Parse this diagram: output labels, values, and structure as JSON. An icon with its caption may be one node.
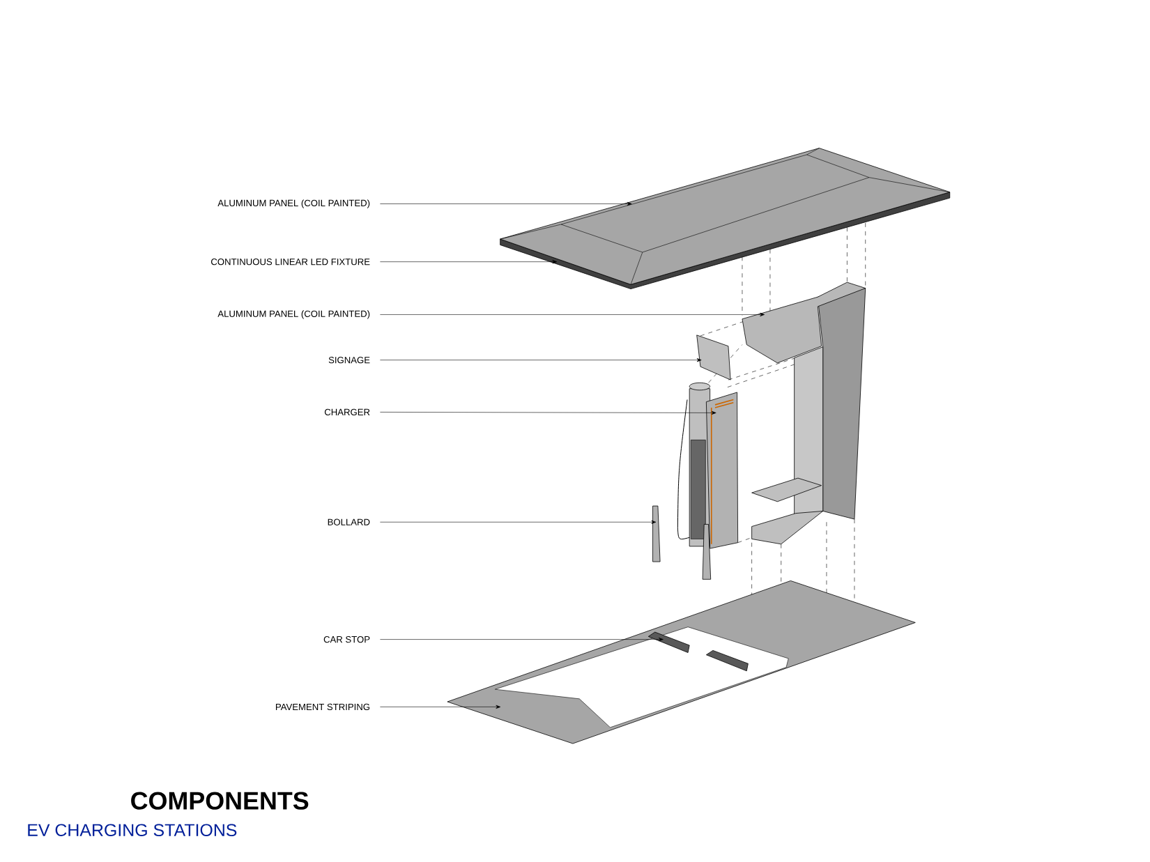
{
  "diagram": {
    "title": "COMPONENTS",
    "caption": "EV CHARGING STATIONS",
    "nodes": [
      {
        "text": [
          "ALUMINUM PANEL (COIL PAINTED)"
        ]
      },
      {
        "text": [
          "CONTINUOUS LINEAR LED FIXTURE"
        ]
      },
      {
        "text": [
          "ALUMINUM PANEL (COIL PAINTED)"
        ]
      },
      {
        "text": [
          "SIGNAGE"
        ]
      },
      {
        "text": [
          "CHARGER"
        ]
      },
      {
        "text": [
          "BOLLARD"
        ]
      },
      {
        "text": [
          "CAR STOP"
        ]
      },
      {
        "text": [
          "PAVEMENT STRIPING"
        ]
      }
    ],
    "edges": [
      {
        "from": 0,
        "to": null,
        "arrow": "to"
      },
      {
        "from": 1,
        "to": null,
        "arrow": "to"
      },
      {
        "from": 2,
        "to": null,
        "arrow": "to"
      },
      {
        "from": 3,
        "to": null,
        "arrow": "to"
      },
      {
        "from": 4,
        "to": null,
        "arrow": "to"
      },
      {
        "from": 5,
        "to": null,
        "arrow": "to"
      },
      {
        "from": 6,
        "to": null,
        "arrow": "to"
      },
      {
        "from": 7,
        "to": null,
        "arrow": "to"
      }
    ]
  }
}
